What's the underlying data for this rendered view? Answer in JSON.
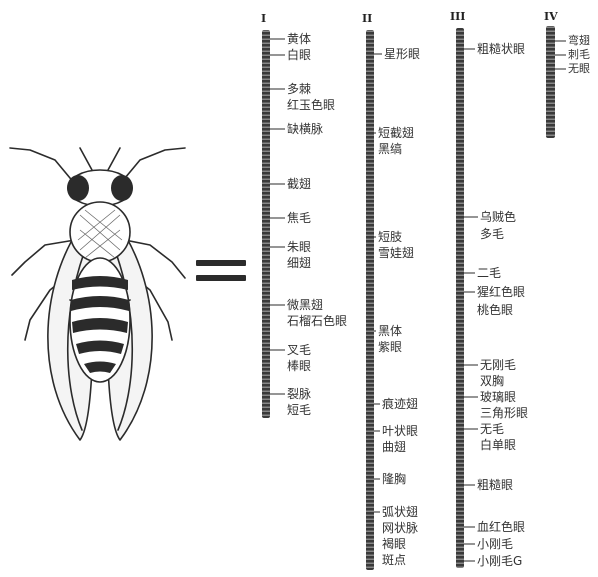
{
  "chromosomes": [
    {
      "id": "I",
      "numeral": "I",
      "genes": [
        "黄体",
        "白眼",
        "多棘",
        "红玉色眼",
        "缺横脉",
        "截翅",
        "焦毛",
        "朱眼",
        "细翅",
        "微黑翅",
        "石榴石色眼",
        "叉毛",
        "棒眼",
        "裂脉",
        "短毛"
      ]
    },
    {
      "id": "II",
      "numeral": "II",
      "genes": [
        "星形眼",
        "短截翅",
        "黑缟",
        "短肢",
        "雪娃翅",
        "黑体",
        "紫眼",
        "痕迹翅",
        "叶状眼",
        "曲翅",
        "隆胸",
        "弧状翅",
        "网状脉",
        "褐眼",
        "斑点"
      ]
    },
    {
      "id": "III",
      "numeral": "III",
      "genes": [
        "粗糙状眼",
        "乌贼色",
        "多毛",
        "二毛",
        "猩红色眼",
        "桃色眼",
        "无刚毛",
        "双胸",
        "玻璃眼",
        "三角形眼",
        "无毛",
        "白单眼",
        "粗糙眼",
        "血红色眼",
        "小刚毛",
        "小刚毛G"
      ]
    },
    {
      "id": "IV",
      "numeral": "IV",
      "genes": [
        "弯翅",
        "刺毛",
        "无眼"
      ]
    }
  ],
  "colors": {
    "ink": "#2b2b2b",
    "paper": "#ffffff"
  },
  "icons": {
    "fly": "fruit-fly-icon",
    "equals": "equals-sign"
  }
}
